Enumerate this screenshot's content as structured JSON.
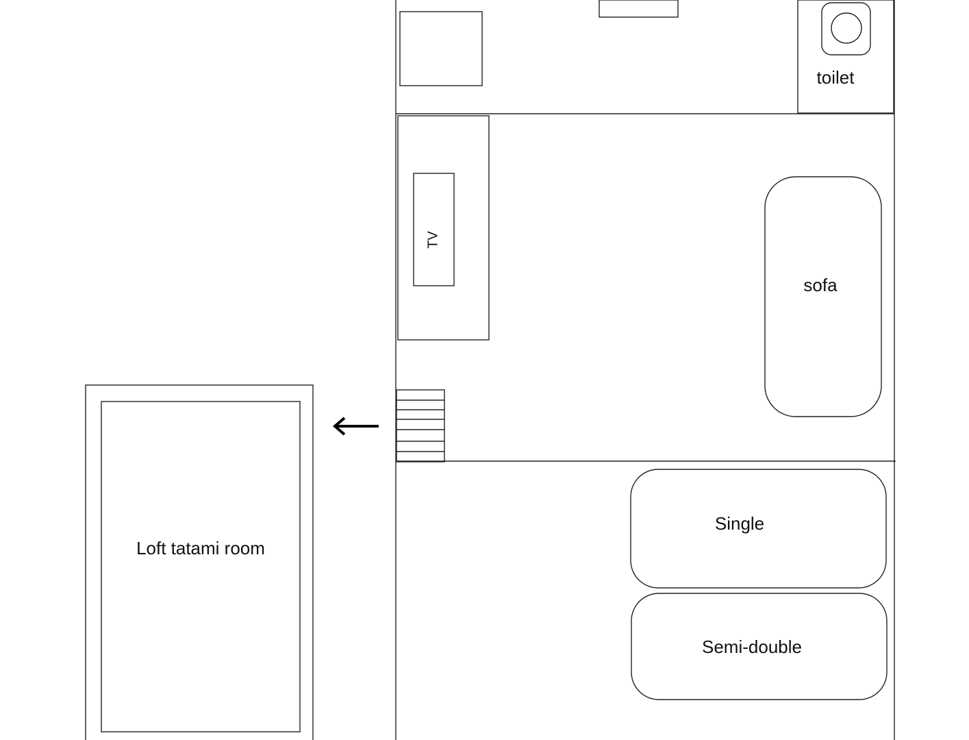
{
  "labels": {
    "toilet": "toilet",
    "tv": "TV",
    "sofa": "sofa",
    "single_bed": "Single",
    "semi_double_bed": "Semi-double",
    "loft": "Loft tatami room"
  }
}
